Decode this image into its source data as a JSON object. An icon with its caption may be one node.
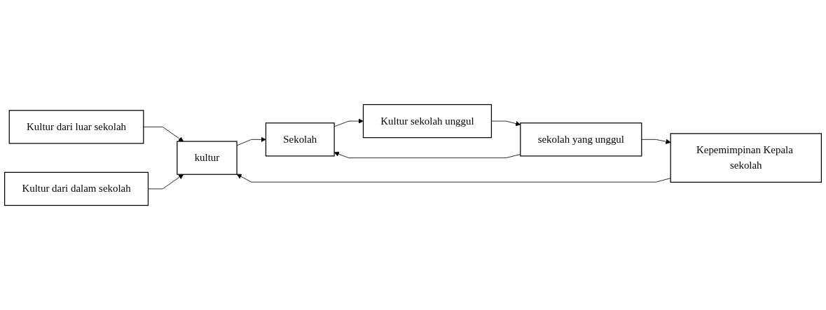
{
  "diagram": {
    "nodes": [
      {
        "text": [
          "Kultur dari luar sekolah"
        ]
      },
      {
        "text": [
          "Kepemimpinan Kepala sekolah"
        ]
      },
      {
        "text": [
          "kultur"
        ]
      },
      {
        "text": [
          "Kultur dari dalam sekolah"
        ]
      },
      {
        "text": [
          "Sekolah"
        ]
      },
      {
        "text": [
          "Kultur sekolah unggul"
        ]
      },
      {
        "text": [
          "sekolah yang unggul"
        ]
      }
    ],
    "edges": [
      {
        "from": 0,
        "to": 2,
        "arrow": "to"
      },
      {
        "from": 1,
        "to": 2,
        "arrow": "to"
      },
      {
        "from": 3,
        "to": 2,
        "arrow": "to"
      },
      {
        "from": 2,
        "to": 4,
        "arrow": "to"
      },
      {
        "from": 4,
        "to": 5,
        "arrow": "to"
      },
      {
        "from": 5,
        "to": 6,
        "arrow": "to"
      },
      {
        "from": 6,
        "to": 1,
        "arrow": "to"
      },
      {
        "from": 6,
        "to": 4,
        "arrow": "to"
      }
    ]
  }
}
